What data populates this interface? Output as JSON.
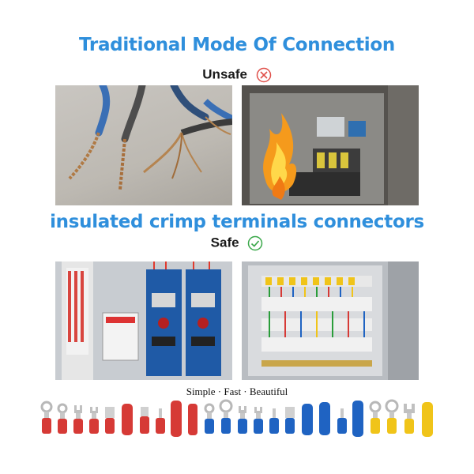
{
  "top_section": {
    "title": "Traditional Mode Of Connection",
    "status": "Unsafe",
    "status_icon": "cross-circle-icon",
    "status_color": "#e0504a"
  },
  "bottom_section": {
    "title": "insulated crimp terminals connectors",
    "status": "Safe",
    "status_icon": "check-circle-icon",
    "status_color": "#3aa84a"
  },
  "tagline": "Simple · Fast · Beautiful",
  "colors": {
    "title": "#2f8fdc",
    "red": "#d63a36",
    "blue": "#1f63c2",
    "yellow": "#f0c419"
  }
}
